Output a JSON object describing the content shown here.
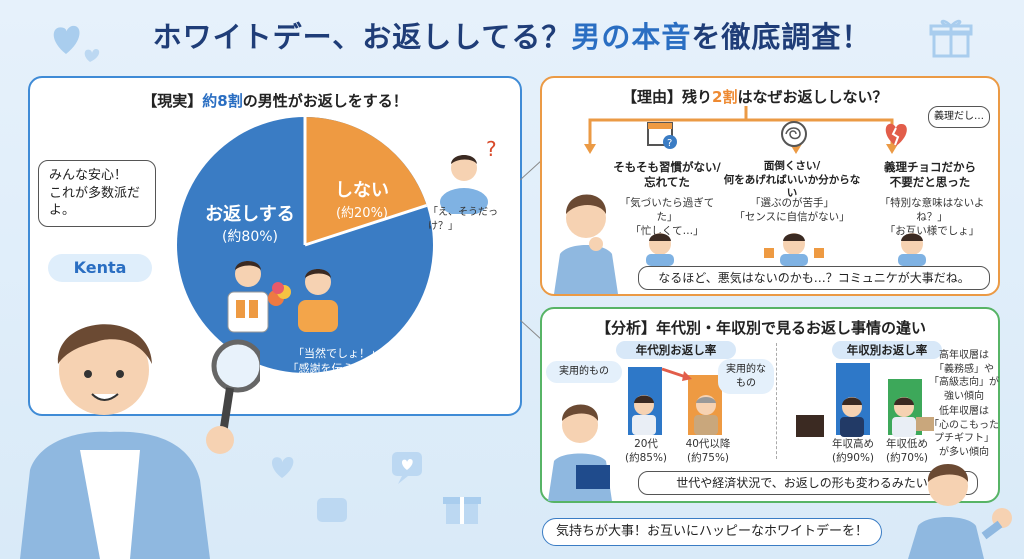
{
  "title": {
    "part1": "ホワイトデー、お返ししてる？",
    "part2": "男の本音",
    "part3": "を徹底調査！"
  },
  "reality": {
    "title_prefix": "【現実】",
    "title_highlight": "約8割",
    "title_suffix": "の男性がお返しをする！",
    "speech": "みんな安心！\nこれが多数派だよ。",
    "name": "Kenta",
    "pie": {
      "yes_label": "お返しする",
      "yes_pct": "(約80%)",
      "yes_value": 80,
      "yes_color": "#3a7cc4",
      "no_label": "しない",
      "no_pct": "(約20%)",
      "no_value": 20,
      "no_color": "#ee9a42"
    },
    "no_quote": "「え、そうだっけ？」",
    "yes_quote": "「当然でしょ！」\n「感謝を伝えたい」"
  },
  "reasons": {
    "title_prefix": "【理由】残り",
    "title_highlight": "2割",
    "title_suffix": "はなぜお返ししない？",
    "items": [
      {
        "title": "そもそも習慣がない/\n忘れてた",
        "quote": "「気づいたら過ぎてた」\n「忙しくて…」"
      },
      {
        "title": "面倒くさい/\n何をあげればいいか分からない",
        "quote": "「選ぶのが苦手」\n「センスに自信がない」"
      },
      {
        "title": "義理チョコだから\n不要だと思った",
        "quote": "「特別な意味はないよね？」\n「お互い様でしょ」"
      }
    ],
    "thought": "義理だし…",
    "conclusion": "なるほど、悪気はないのかも…？コミュニケが大事だね。"
  },
  "analysis": {
    "title": "【分析】年代別・年収別で見るお返し事情の違い",
    "age": {
      "heading": "年代別お返し率",
      "left_bubble": "実用的もの",
      "right_bubble": "実用的な\nもの",
      "bars": [
        {
          "label": "20代\n(約85%)",
          "value": 85,
          "color": "#2e78c8"
        },
        {
          "label": "40代以降\n(約75%)",
          "value": 75,
          "color": "#ee9a42"
        }
      ]
    },
    "income": {
      "heading": "年収別お返し率",
      "high_note": "高年収層は\n「義務感」や\n「高級志向」が\n強い傾向",
      "low_note": "低年収層は\n「心のこもった\nプチギフト」\nが多い傾向",
      "bars": [
        {
          "label": "年収高め\n(約90%)",
          "value": 90,
          "color": "#2e78c8"
        },
        {
          "label": "年収低め\n(約70%)",
          "value": 70,
          "color": "#3da85a"
        }
      ]
    },
    "conclusion": "世代や経済状況で、お返しの形も変わるみたい！"
  },
  "footer": "気持ちが大事！お互いにハッピーなホワイトデーを！",
  "colors": {
    "blue": "#3a7cc4",
    "orange": "#ee9a42",
    "green": "#57b466",
    "navy": "#1f3d78"
  }
}
